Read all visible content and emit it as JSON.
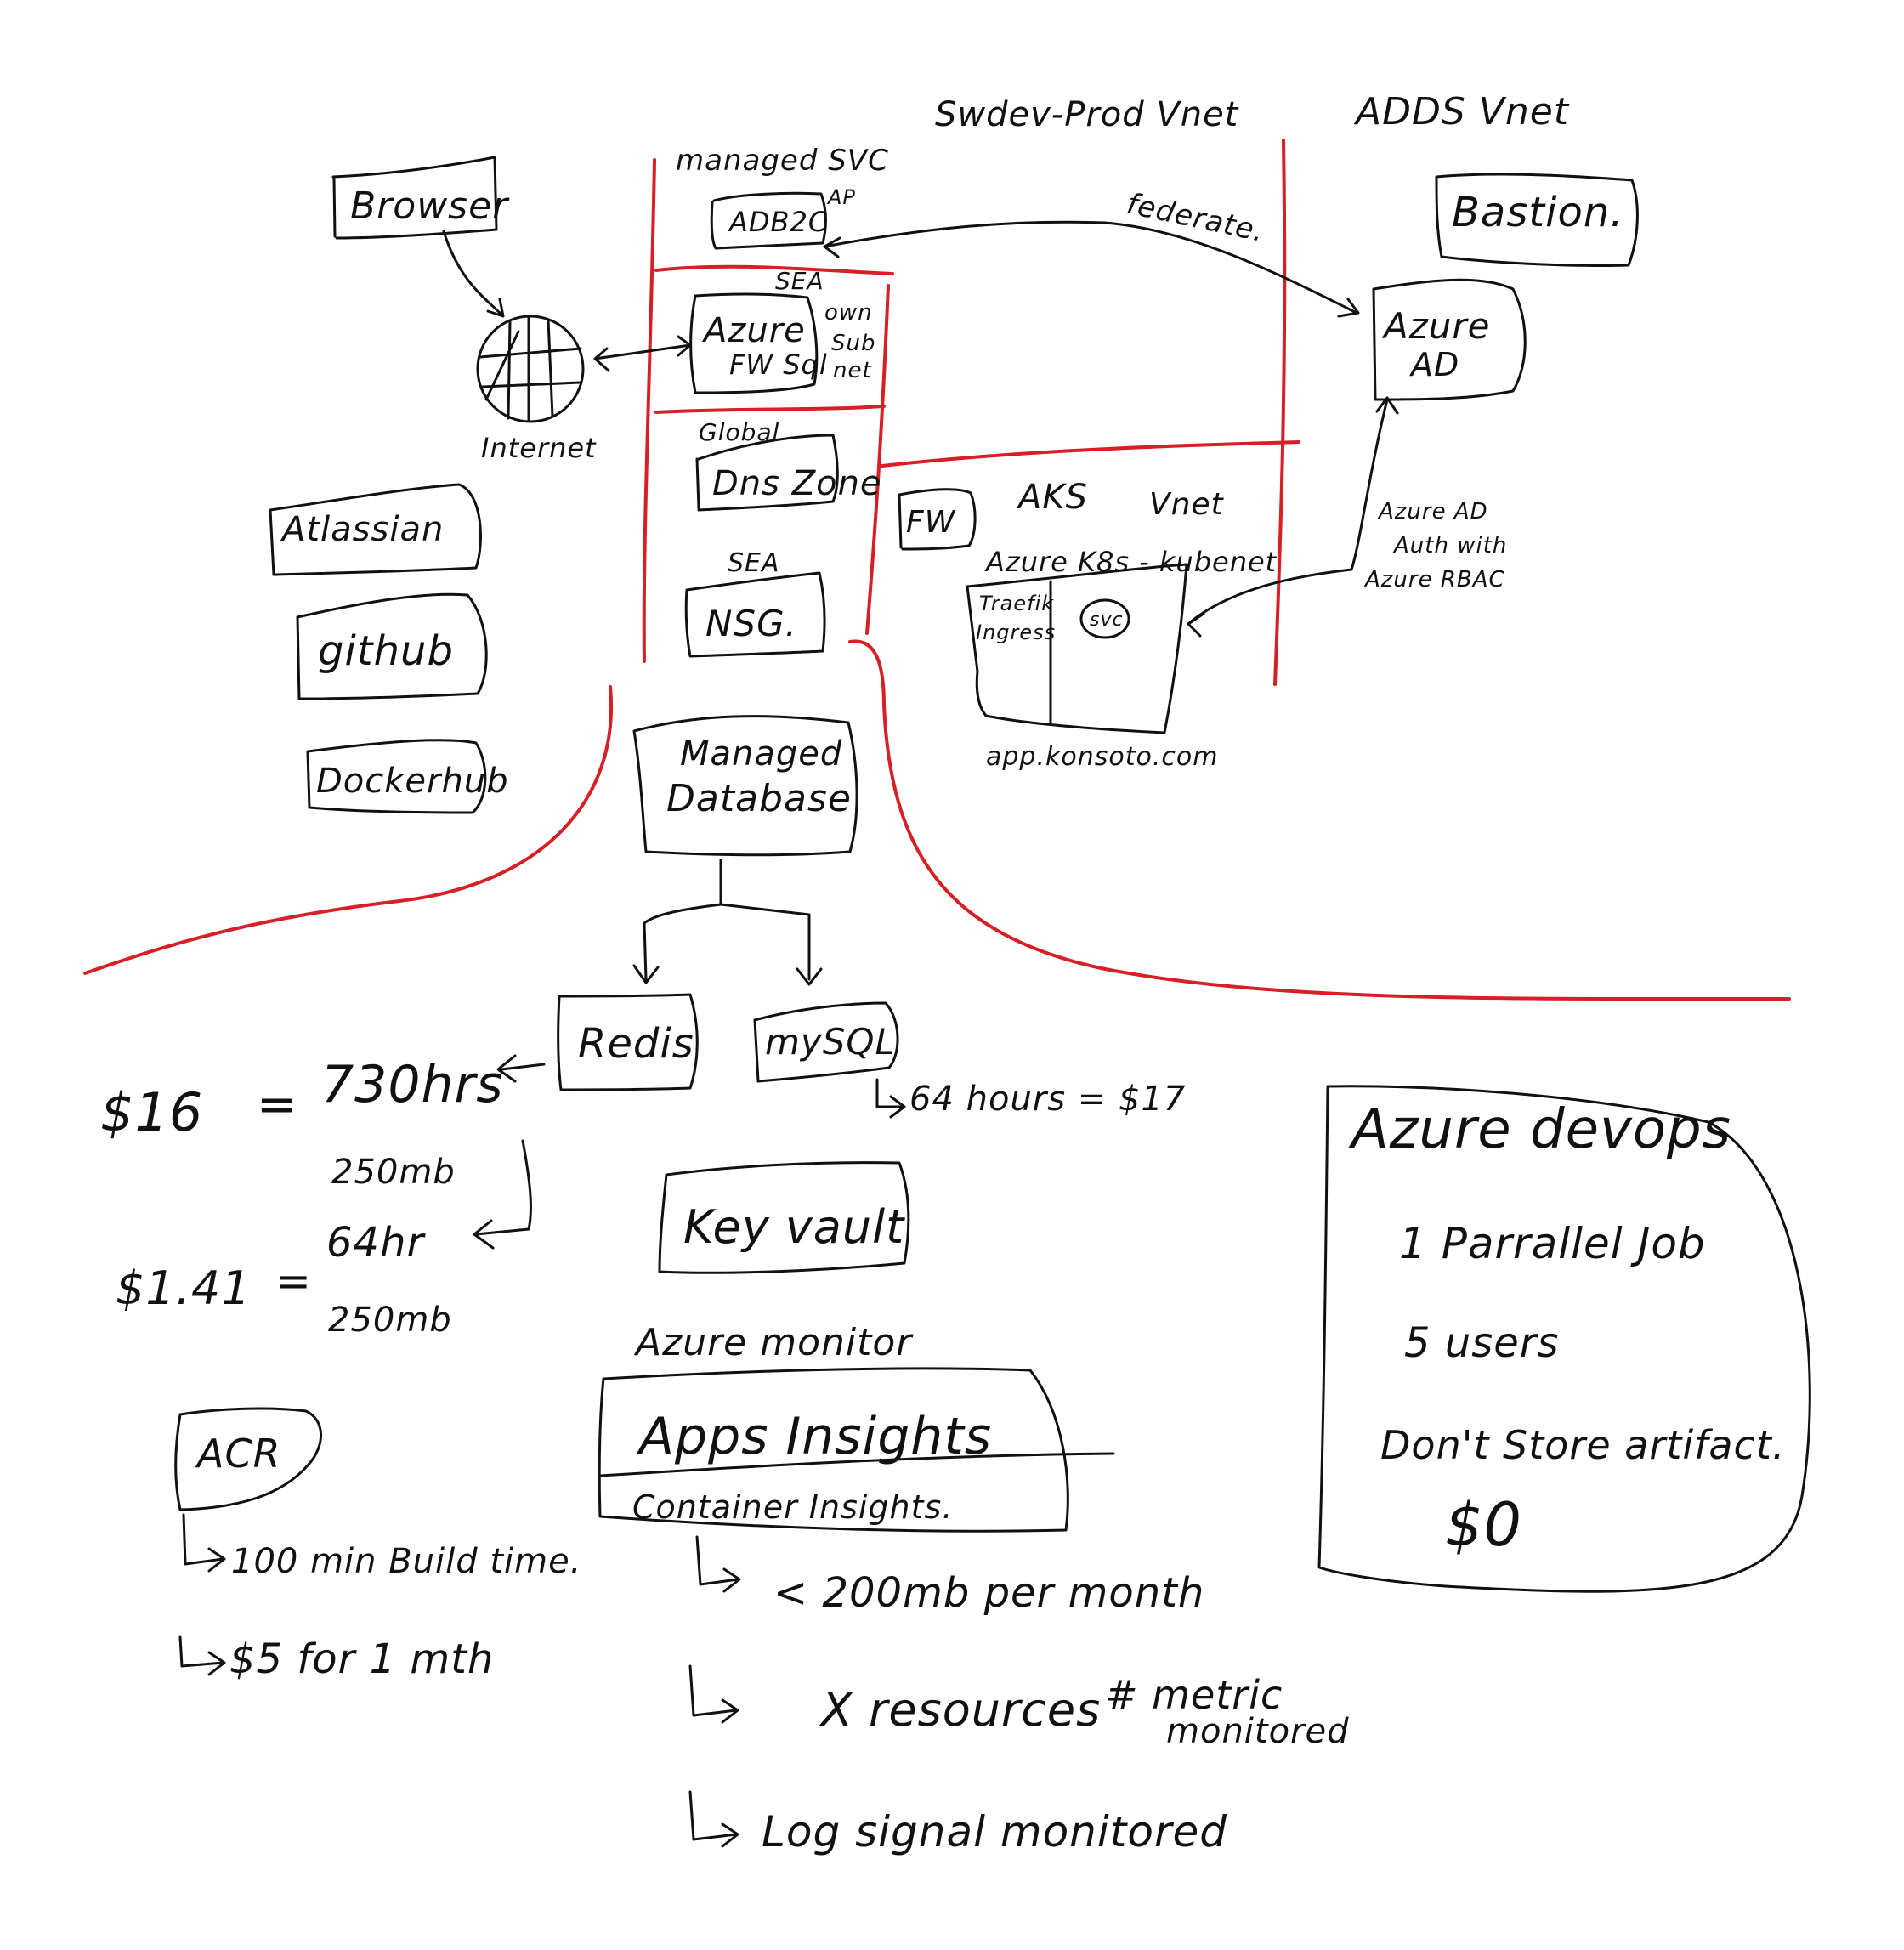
{
  "colors": {
    "ink": "#111111",
    "boundary": "#d71f26",
    "background": "#ffffff"
  },
  "zones": {
    "spoke_vnet": "Swdev-Prod Vnet",
    "adds_vnet": "ADDS Vnet",
    "managed_svc": "managed SVC",
    "aks_vnet_a": "AKS",
    "aks_vnet_b": "Vnet"
  },
  "nodes": {
    "browser": "Browser",
    "internet": "Internet",
    "adb2c": "ADB2C",
    "ap": "AP",
    "sea1": "SEA",
    "azure_fw_a": "Azure",
    "azure_fw_b": "FW Sql",
    "own_subnet_a": "own",
    "own_subnet_b": "Sub",
    "own_subnet_c": "net",
    "global": "Global",
    "dns_zone": "Dns Zone",
    "sea2": "SEA",
    "nsg": "NSG.",
    "fw": "FW",
    "k8s_title": "Azure K8s - kubenet",
    "traefik_a": "Traefik",
    "traefik_b": "Ingress",
    "svc": "svc",
    "app_url": "app.konsoto.com",
    "bastion": "Bastion.",
    "azure_ad_a": "Azure",
    "azure_ad_b": "AD",
    "atlassian": "Atlassian",
    "github": "github",
    "dockerhub": "Dockerhub",
    "managed_db_a": "Managed",
    "managed_db_b": "Database",
    "redis": "Redis",
    "mysql": "mySQL",
    "key_vault": "Key vault",
    "acr": "ACR",
    "azure_monitor": "Azure monitor",
    "apps_insights": "Apps Insights",
    "container_insights": "Container Insights.",
    "azure_devops": "Azure devops"
  },
  "edges": {
    "federate": "federate.",
    "rbac_1": "Azure AD",
    "rbac_2": "Auth with",
    "rbac_3": "Azure RBAC"
  },
  "notes": {
    "redis_cost_left": "$16",
    "eq1": "=",
    "redis_hours": "730hrs",
    "redis_mb": "250mb",
    "redis_cost2_left": "$1.41",
    "eq2": "=",
    "redis_hours2": "64hr",
    "redis_mb2": "250mb",
    "mysql_cost": "64 hours = $17",
    "acr_1": "100 min Build time.",
    "acr_2": "$5 for 1 mth",
    "monitor_1": "< 200mb per month",
    "monitor_2a": "X resources",
    "monitor_2b": "# metric",
    "monitor_2c": "monitored",
    "monitor_3": "Log signal monitored",
    "devops_1": "1 Parrallel Job",
    "devops_2": "5 users",
    "devops_3": "Don't Store artifact.",
    "devops_4": "$0"
  }
}
